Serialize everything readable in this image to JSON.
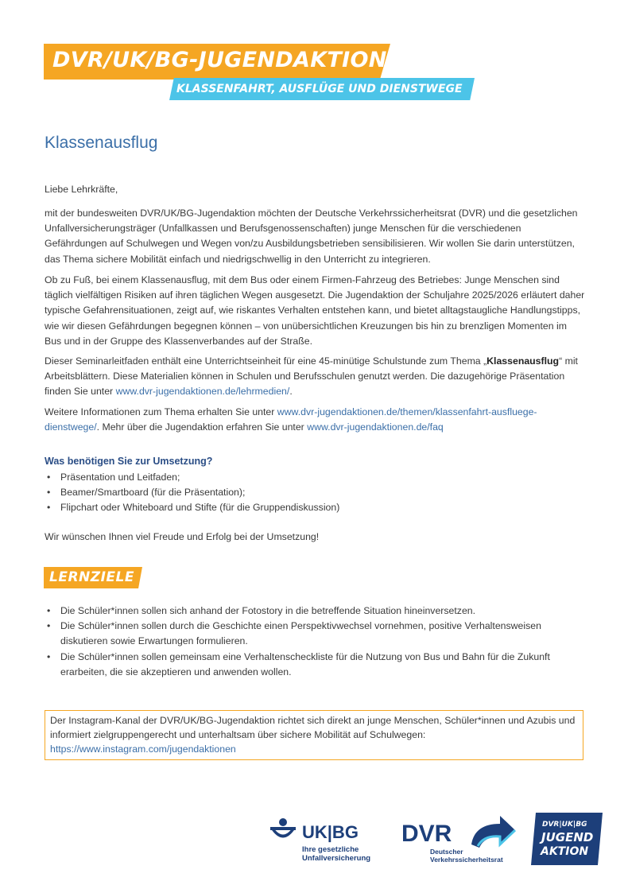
{
  "header": {
    "title": "DVR/UK/BG-JUGENDAKTION",
    "subtitle": "KLASSENFAHRT, AUSFLÜGE UND DIENSTWEGE"
  },
  "doc_title": "Klassenausflug",
  "greeting": "Liebe Lehrkräfte,",
  "para1": "mit der bundesweiten DVR/UK/BG-Jugendaktion möchten der Deutsche Verkehrssicherheitsrat (DVR) und die gesetzlichen Unfallversicherungsträger (Unfallkassen und Berufsgenossenschaften) junge Menschen für die verschiedenen Gefährdungen auf Schulwegen und Wegen von/zu Ausbildungsbetrieben sensibilisieren. Wir wollen Sie darin unterstützen, das Thema sichere Mobilität einfach und niedrigschwellig in den Unterricht zu integrieren.",
  "para2": "Ob zu Fuß, bei einem Klassenausflug, mit dem Bus oder einem Firmen-Fahrzeug des Betriebes: Junge Menschen sind täglich vielfältigen Risiken auf ihren täglichen Wegen ausgesetzt. Die Jugendaktion der Schuljahre 2025/2026 erläutert daher typische Gefahrensituationen, zeigt auf, wie riskantes Verhalten entstehen kann, und bietet alltagstaugliche Handlungstipps, wie wir diesen Gefährdungen begegnen können – von unübersichtlichen Kreuzungen bis hin zu brenzligen Momenten im Bus und in der Gruppe des Klassenverbandes auf der Straße.",
  "para3": {
    "pre": "Dieser Seminarleitfaden enthält eine Unterrichtseinheit für eine 45-minütige Schulstunde zum Thema „",
    "bold": "Klassenausflug",
    "mid": "“ mit Arbeitsblättern. Diese Materialien können in Schulen und Berufsschulen genutzt werden. Die dazugehörige Präsentation finden Sie unter ",
    "link": "www.dvr-jugendaktionen.de/lehrmedien/",
    "post": "."
  },
  "para4": {
    "pre": "Weitere Informationen zum Thema erhalten Sie unter ",
    "link1": "www.dvr-jugendaktionen.de/themen/klassenfahrt-ausfluege-dienstwege/",
    "mid": ". Mehr über die Jugendaktion erfahren Sie unter ",
    "link2": "www.dvr-jugendaktionen.de/faq"
  },
  "requirements": {
    "title": "Was benötigen Sie zur Umsetzung?",
    "items": [
      "Präsentation und Leitfaden;",
      "Beamer/Smartboard (für die Präsentation);",
      "Flipchart oder Whiteboard und Stifte (für die Gruppendiskussion)"
    ]
  },
  "closing": "Wir wünschen Ihnen viel Freude und Erfolg bei der Umsetzung!",
  "lernziele": {
    "heading": "LERNZIELE",
    "items": [
      "Die Schüler*innen sollen sich anhand der Fotostory in die betreffende Situation hineinversetzen.",
      "Die Schüler*innen sollen durch die Geschichte einen Perspektivwechsel vornehmen, positive Verhaltensweisen diskutieren sowie Erwartungen formulieren.",
      "Die Schüler*innen sollen gemeinsam eine Verhaltenscheckliste für die Nutzung von Bus und Bahn für die Zukunft erarbeiten, die sie akzeptieren und anwenden wollen."
    ]
  },
  "instagram": {
    "text": "Der Instagram-Kanal der DVR/UK/BG-Jugendaktion richtet sich direkt an junge Menschen, Schüler*innen und Azubis und informiert zielgruppengerecht und unterhaltsam über sichere Mobilität auf Schulwegen:",
    "link": "https://www.instagram.com/jugendaktionen"
  },
  "logos": {
    "ukbg": {
      "name": "UK|BG",
      "line1": "Ihre gesetzliche",
      "line2": "Unfallversicherung"
    },
    "dvr": {
      "name": "DVR",
      "line1": "Deutscher",
      "line2": "Verkehrssicherheitsrat"
    },
    "jugend": {
      "line1": "DVR|UK|BG",
      "line2": "JUGEND",
      "line3": "AKTION"
    }
  },
  "colors": {
    "orange": "#f5a623",
    "cyan": "#4cc4e8",
    "blue": "#3b6fa8",
    "navy": "#1d3f7a"
  }
}
